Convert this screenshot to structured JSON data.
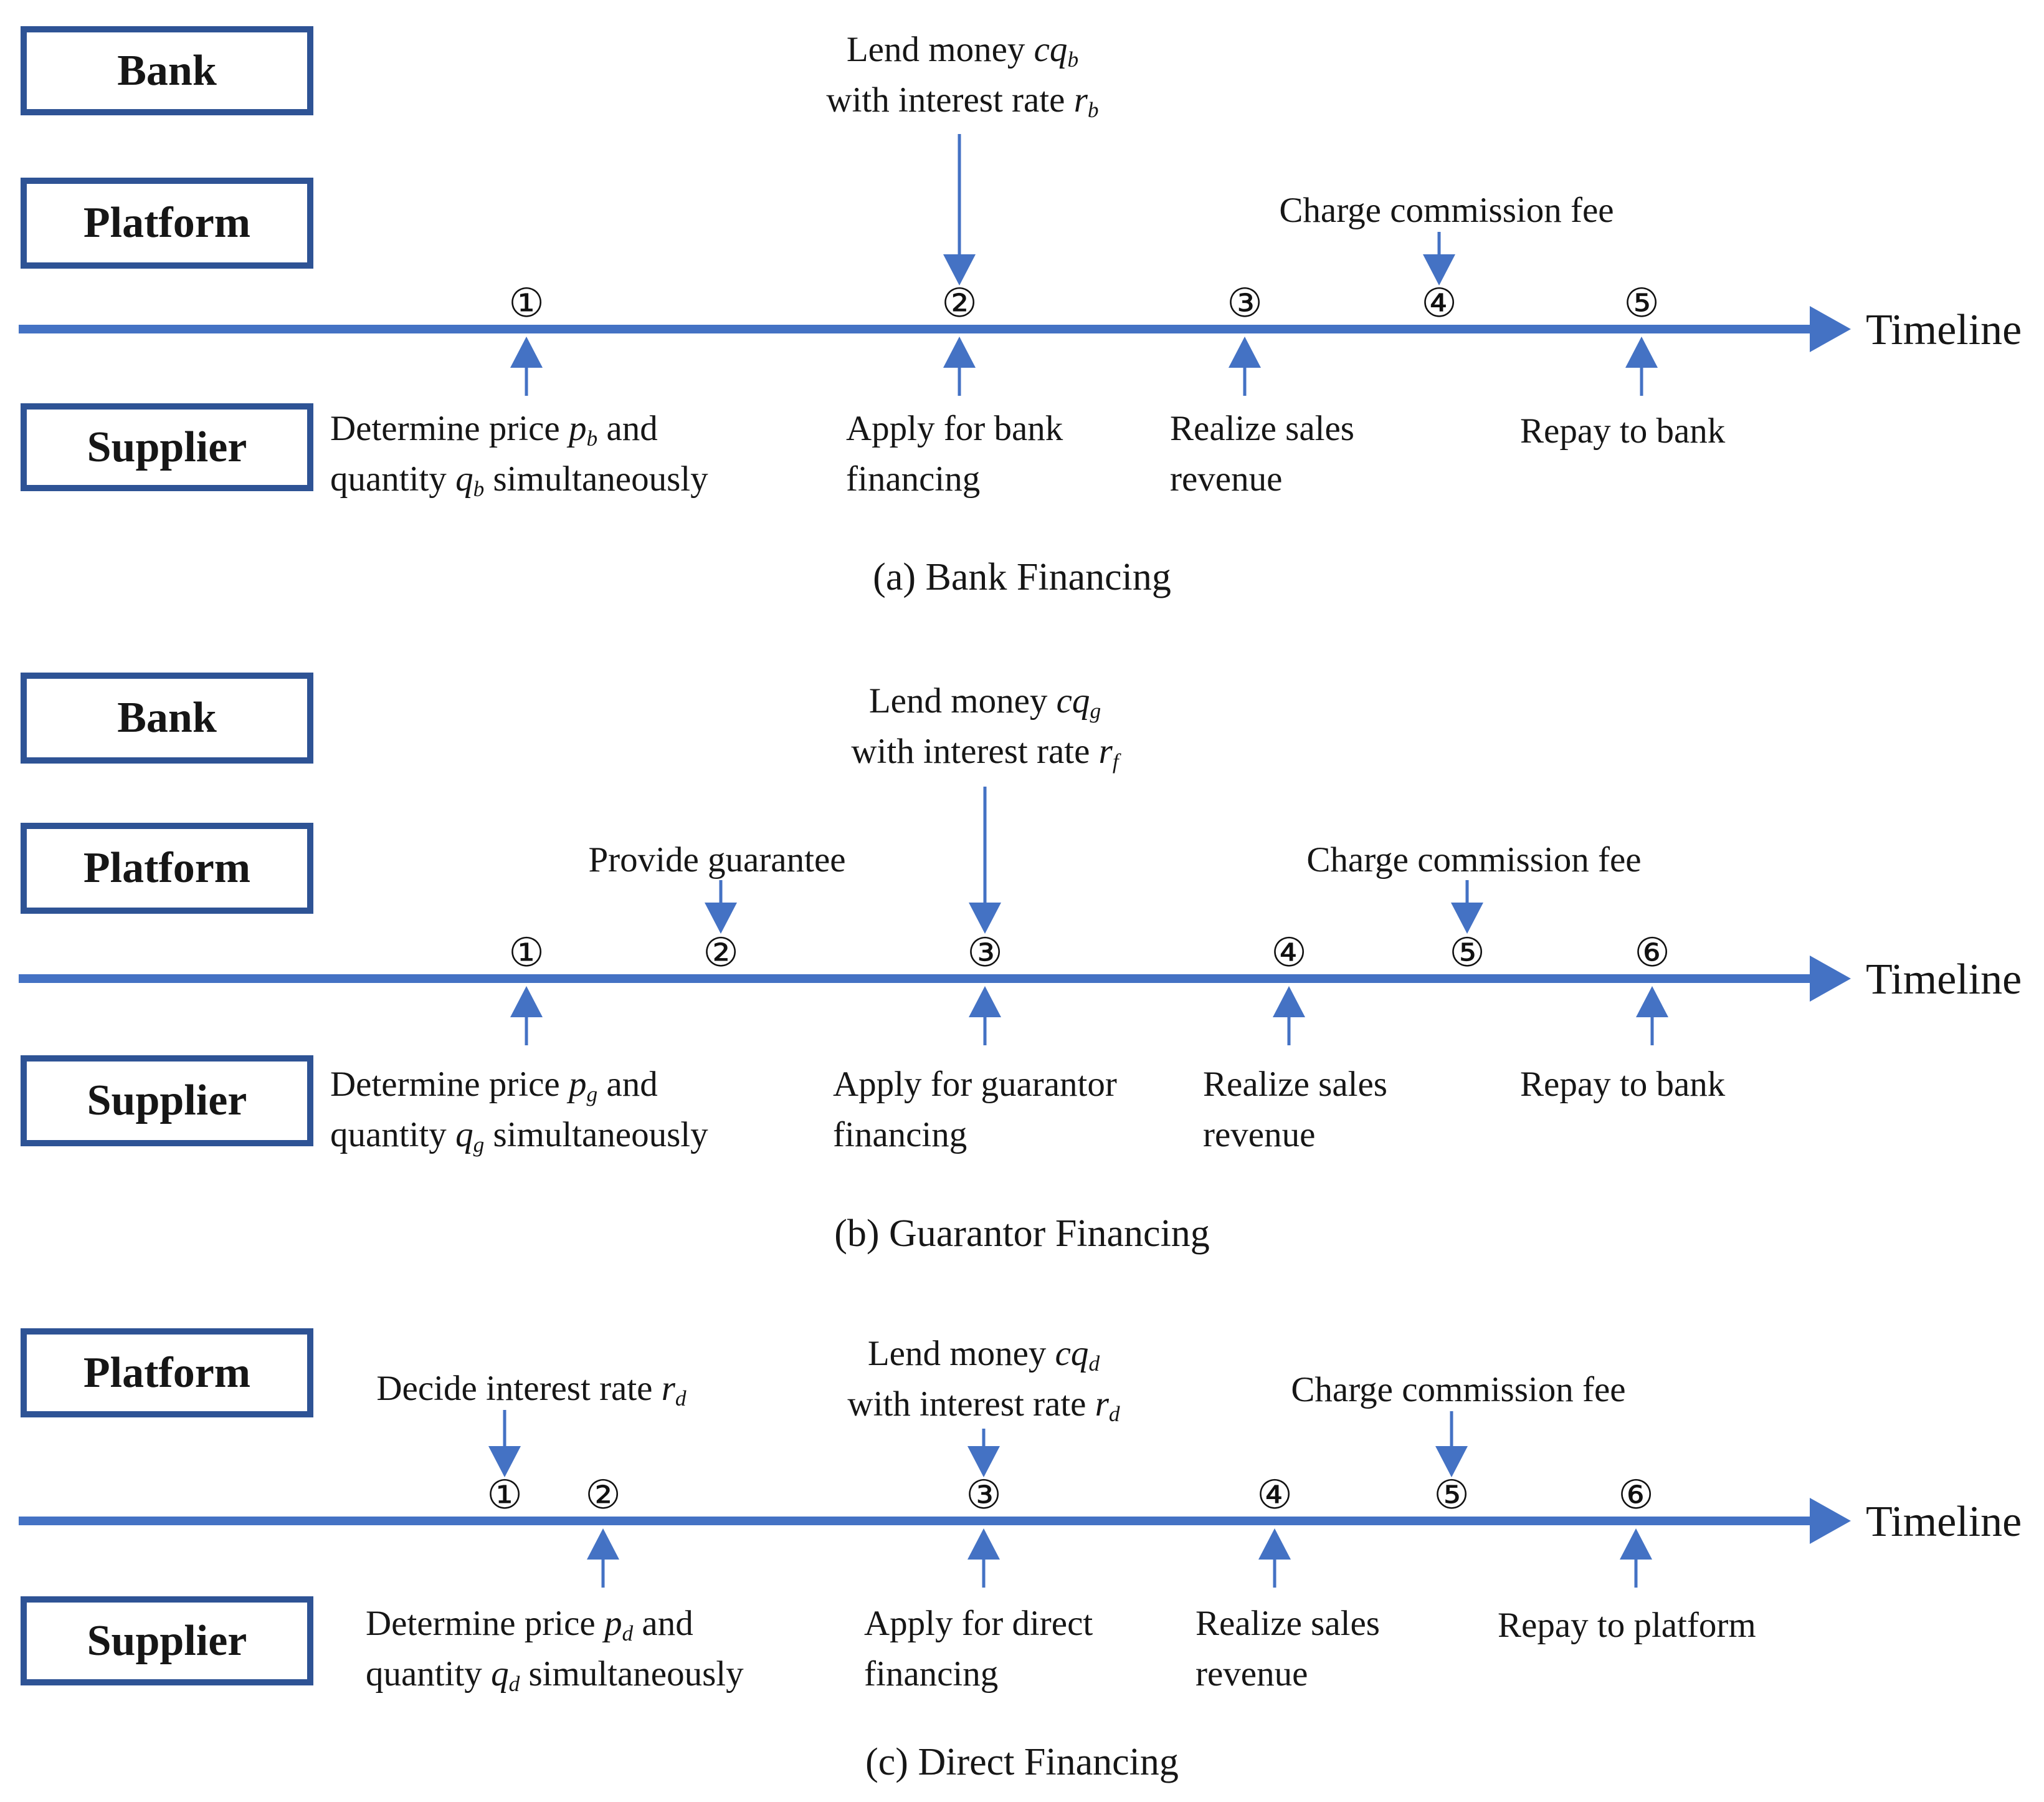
{
  "colors": {
    "accent_blue": "#4472C4",
    "box_border": "#2E5395",
    "text": "#161616"
  },
  "panels": [
    {
      "caption": "(a) Bank Financing",
      "timeline_label": "Timeline",
      "boxes": {
        "bank": "Bank",
        "platform": "Platform",
        "supplier": "Supplier"
      },
      "points": [
        "①",
        "②",
        "③",
        "④",
        "⑤"
      ],
      "above_events": [
        {
          "label": "Lend money $cq_b$\nwith interest rate $r_b$"
        },
        {
          "label": "Charge commission fee"
        }
      ],
      "below_events": [
        {
          "label": "Determine price $p_b$ and\nquantity $q_b$ simultaneously"
        },
        {
          "label": "Apply for bank\nfinancing"
        },
        {
          "label": "Realize sales\nrevenue"
        },
        {
          "label": "Repay to bank"
        }
      ]
    },
    {
      "caption": "(b) Guarantor Financing",
      "timeline_label": "Timeline",
      "boxes": {
        "bank": "Bank",
        "platform": "Platform",
        "supplier": "Supplier"
      },
      "points": [
        "①",
        "②",
        "③",
        "④",
        "⑤",
        "⑥"
      ],
      "above_events": [
        {
          "label": "Provide guarantee"
        },
        {
          "label": "Lend money $cq_g$\nwith interest rate $r_f$"
        },
        {
          "label": "Charge commission fee"
        }
      ],
      "below_events": [
        {
          "label": "Determine price $p_g$ and\nquantity $q_g$ simultaneously"
        },
        {
          "label": "Apply for guarantor\nfinancing"
        },
        {
          "label": "Realize sales\nrevenue"
        },
        {
          "label": "Repay to bank"
        }
      ]
    },
    {
      "caption": "(c) Direct Financing",
      "timeline_label": "Timeline",
      "boxes": {
        "platform": "Platform",
        "supplier": "Supplier"
      },
      "points": [
        "①",
        "②",
        "③",
        "④",
        "⑤",
        "⑥"
      ],
      "above_events": [
        {
          "label": "Decide interest rate $r_d$"
        },
        {
          "label": "Lend money $cq_d$\nwith interest rate $r_d$"
        },
        {
          "label": "Charge commission fee"
        }
      ],
      "below_events": [
        {
          "label": "Determine price $p_d$ and\nquantity $q_d$ simultaneously"
        },
        {
          "label": "Apply for direct\nfinancing"
        },
        {
          "label": "Realize sales\nrevenue"
        },
        {
          "label": "Repay to platform"
        }
      ]
    }
  ]
}
